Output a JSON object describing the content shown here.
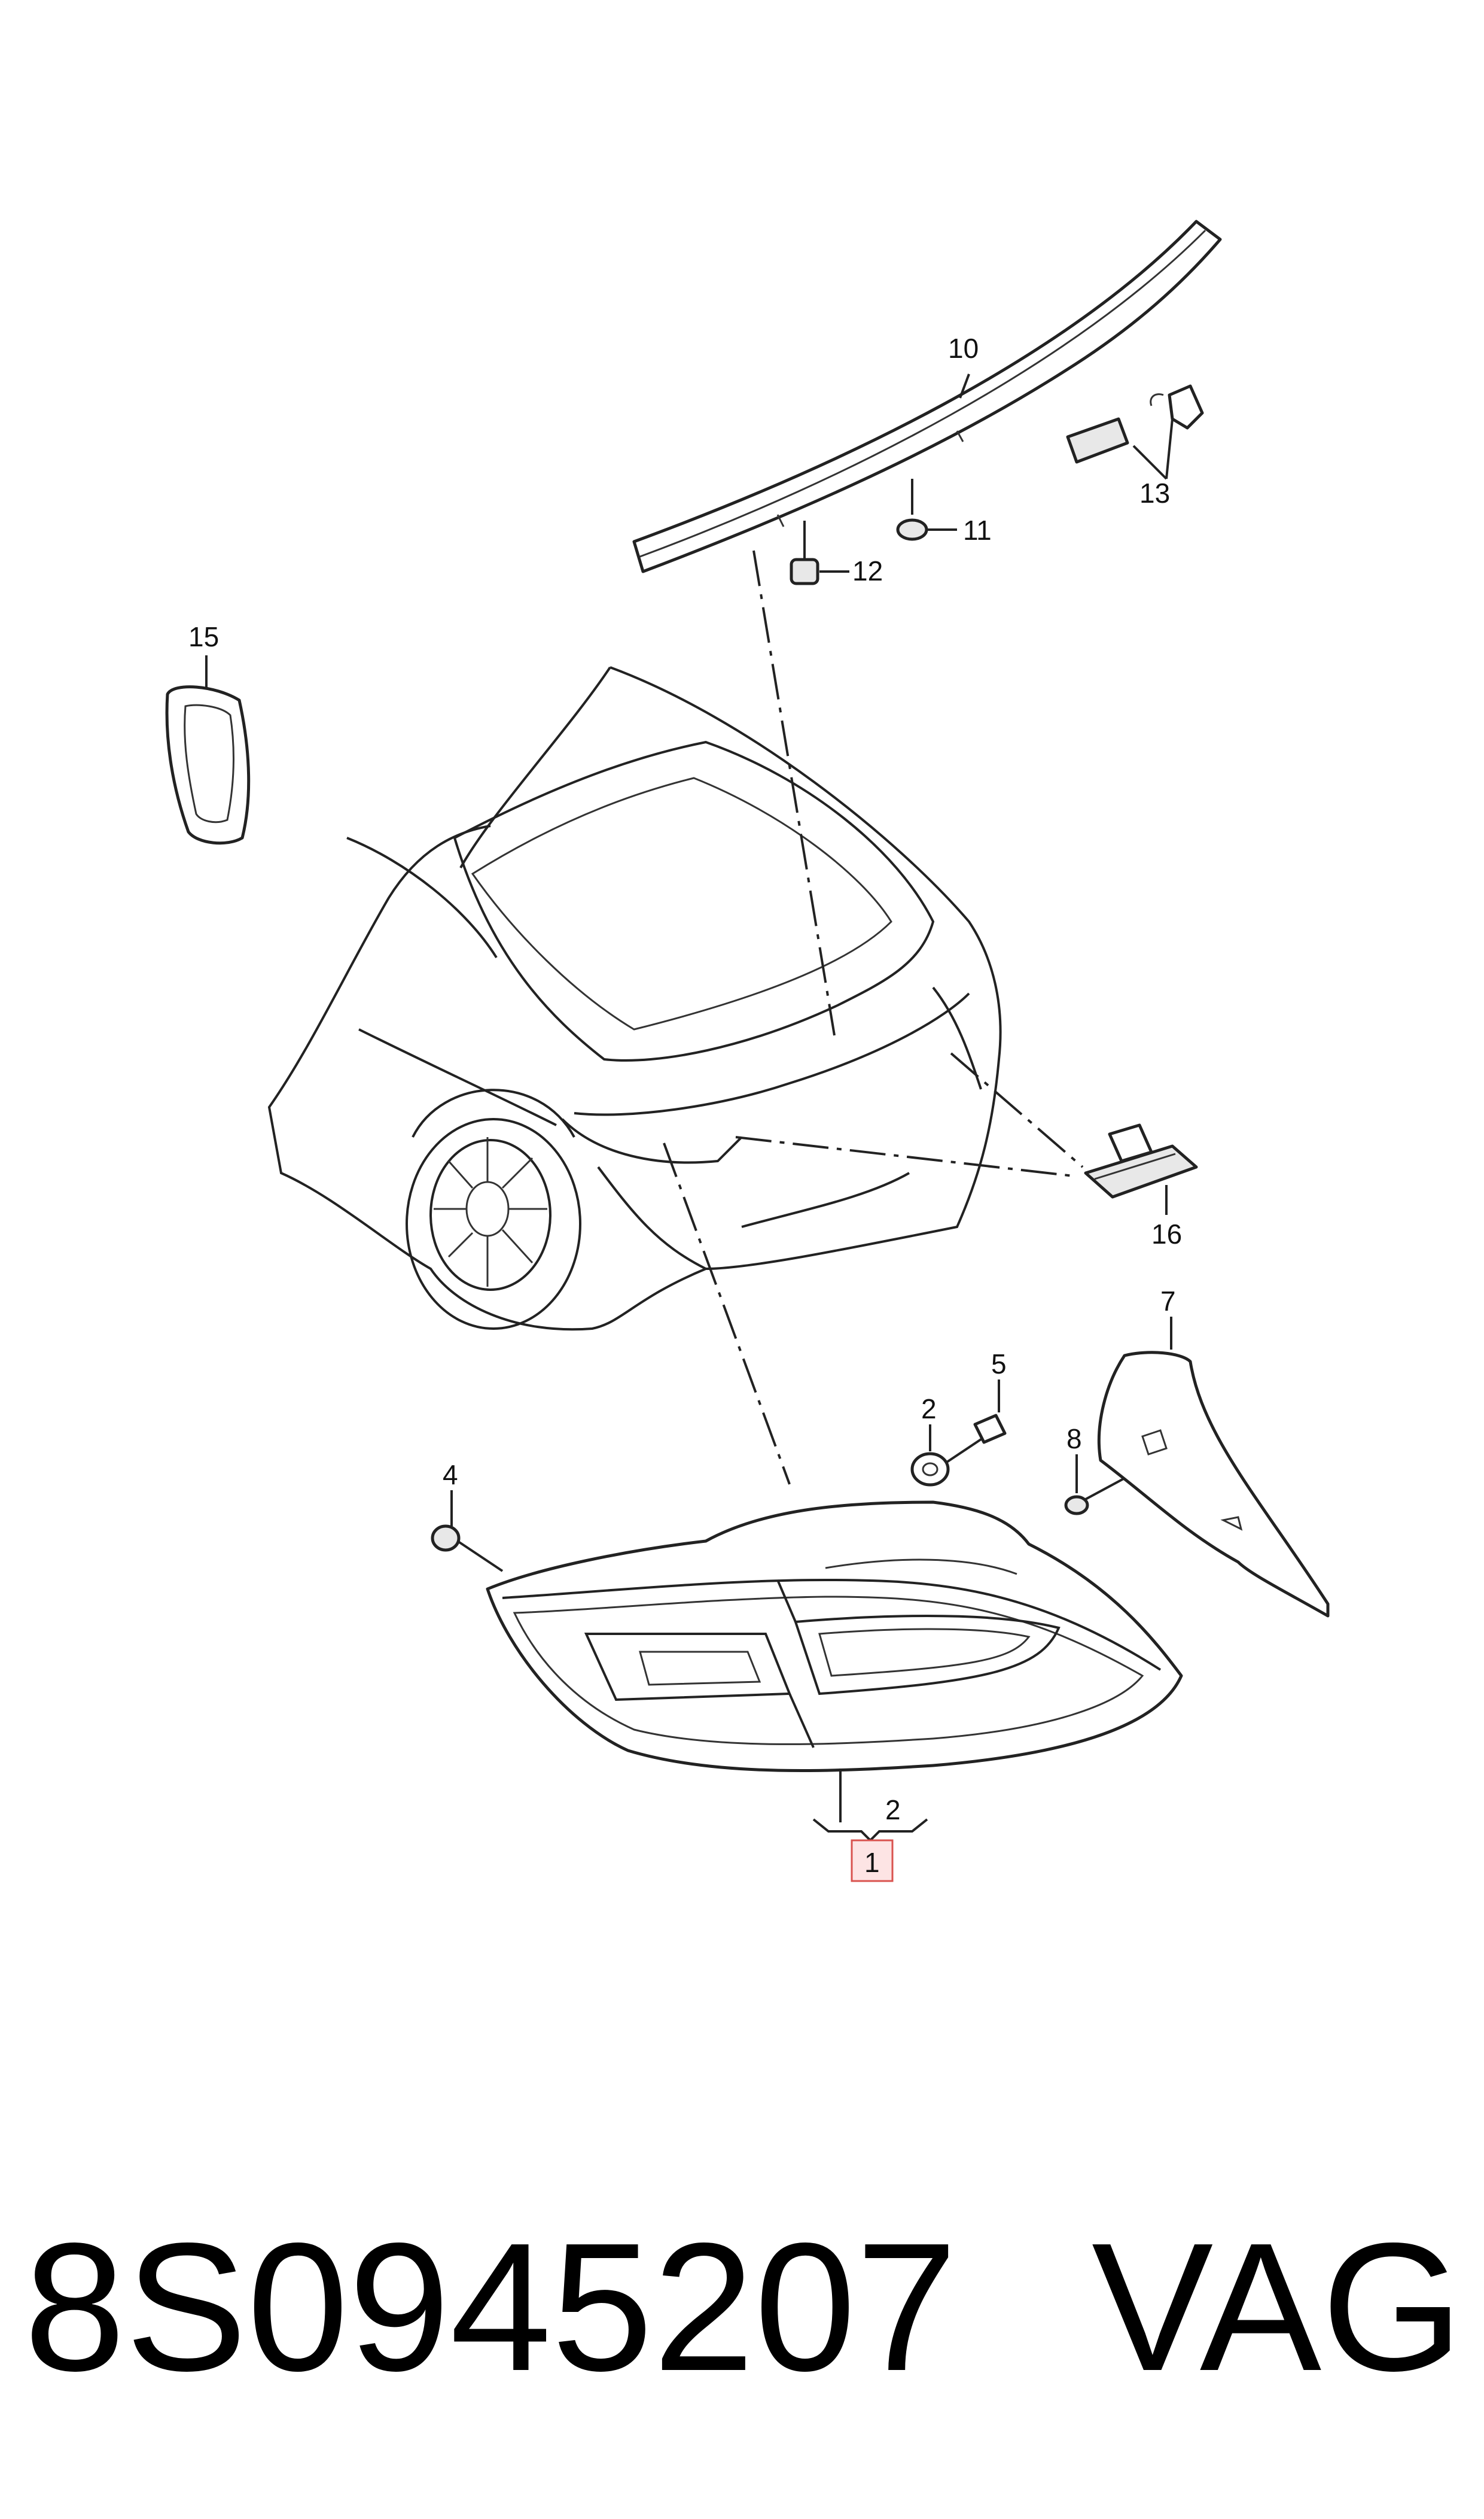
{
  "callouts": {
    "c1": "1",
    "c2_top": "2",
    "c2_bottom": "2",
    "c4": "4",
    "c5": "5",
    "c7": "7",
    "c8": "8",
    "c10": "10",
    "c11": "11",
    "c12": "12",
    "c13": "13",
    "c15": "15",
    "c16": "16"
  },
  "caption": {
    "part_number": "8S0945207",
    "brand": "VAG"
  },
  "colors": {
    "line": "#222222",
    "highlight_fill": "#fde4e4",
    "highlight_stroke": "#d9534f"
  }
}
